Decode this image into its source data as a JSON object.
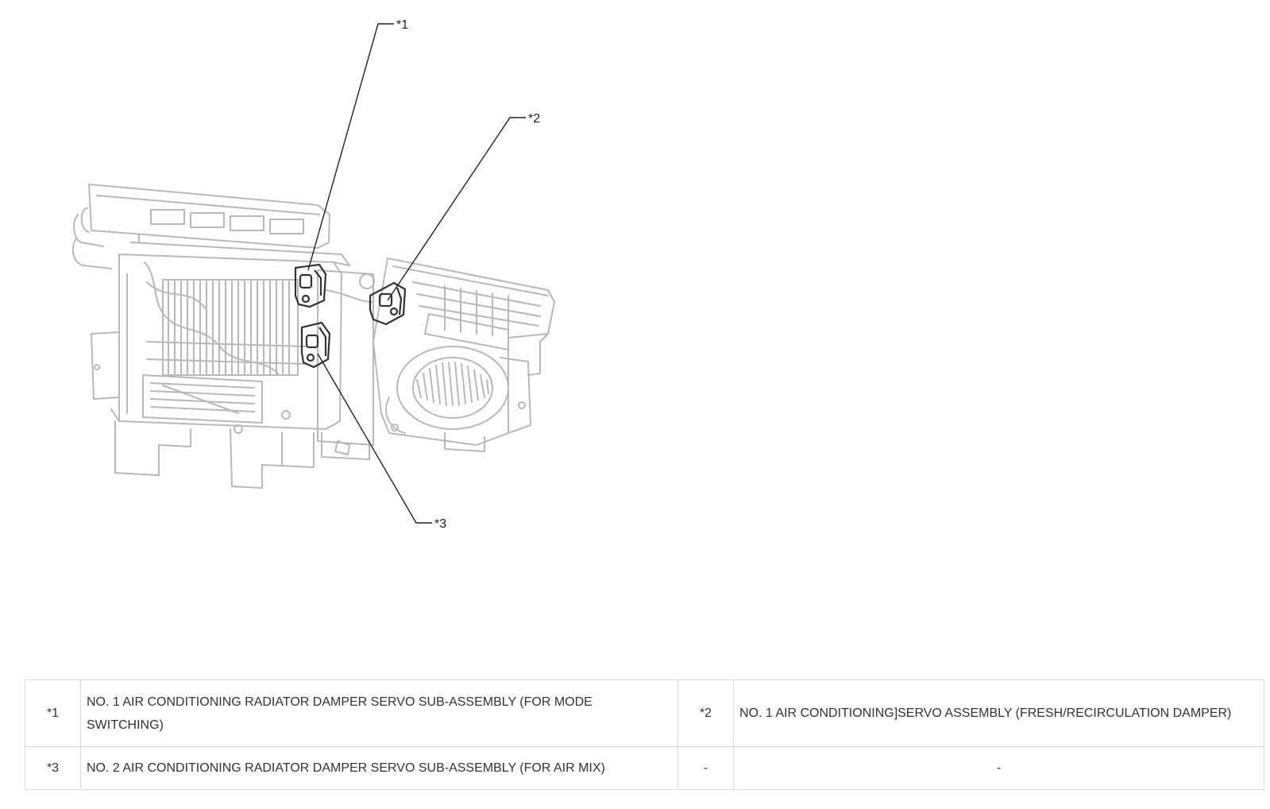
{
  "callouts": [
    {
      "mark": "*1"
    },
    {
      "mark": "*2"
    },
    {
      "mark": "*3"
    }
  ],
  "legend": {
    "rows": [
      {
        "left_mark": "*1",
        "left_desc": "NO. 1 AIR CONDITIONING RADIATOR DAMPER SERVO SUB-ASSEMBLY (FOR MODE SWITCHING)",
        "right_mark": "*2",
        "right_desc": "NO. 1 AIR CONDITIONING]SERVO ASSEMBLY (FRESH/RECIRCULATION DAMPER)"
      },
      {
        "left_mark": "*3",
        "left_desc": "NO. 2 AIR CONDITIONING RADIATOR DAMPER SERVO SUB-ASSEMBLY (FOR AIR MIX)",
        "right_mark": "-",
        "right_desc": "-"
      }
    ]
  },
  "colors": {
    "line_art": "#b8b8b8",
    "highlight": "#333333",
    "leader": "#222222",
    "table_border": "#dcdcdc",
    "text": "#333333"
  }
}
